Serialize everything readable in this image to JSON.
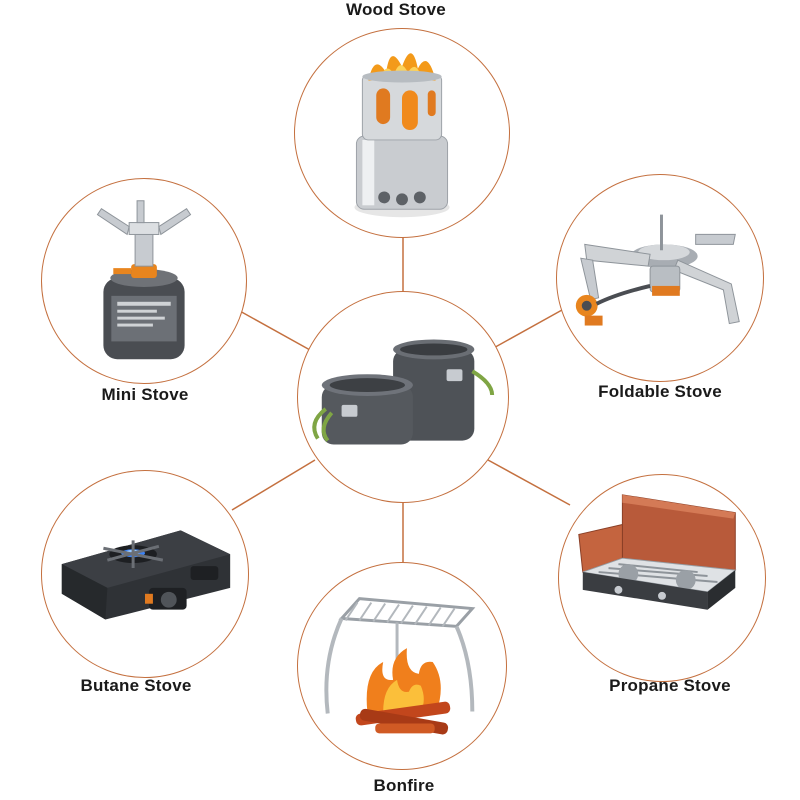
{
  "colors": {
    "accent": "#c4703f",
    "text": "#1a1a1a"
  },
  "center": {
    "icon": "cookware-pot-set-icon"
  },
  "items": [
    {
      "label": "Wood Stove",
      "icon": "wood-stove-icon"
    },
    {
      "label": "Mini Stove",
      "icon": "mini-stove-icon"
    },
    {
      "label": "Foldable Stove",
      "icon": "foldable-stove-icon"
    },
    {
      "label": "Butane Stove",
      "icon": "butane-stove-icon"
    },
    {
      "label": "Propane Stove",
      "icon": "propane-stove-icon"
    },
    {
      "label": "Bonfire",
      "icon": "bonfire-grill-icon"
    }
  ]
}
